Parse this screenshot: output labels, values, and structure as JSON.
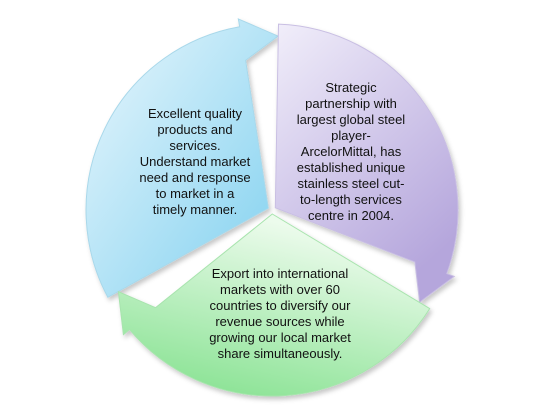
{
  "segments": [
    {
      "id": "blue",
      "text": "Excellent quality\nproducts and\nservices.\nUnderstand market\nneed and response\nto market in a\ntimely manner.",
      "color_light": "#eaf7fd",
      "color_dark": "#7fd0ef",
      "edge": "#a9d8ea"
    },
    {
      "id": "purple",
      "text": "Strategic\npartnership with\nlargest global steel\nplayer-\nArcelorMittal, has\nestablished unique\nstainless steel cut-\nto-length services\ncentre in 2004.",
      "color_light": "#f1eefa",
      "color_dark": "#b5a6dc",
      "edge": "#c9bfe3"
    },
    {
      "id": "green",
      "text": "Export into international\nmarkets with over 60\ncountries to diversify our\nrevenue sources while\ngrowing our local market\nshare simultaneously.",
      "color_light": "#ecfbec",
      "color_dark": "#7fe08a",
      "edge": "#a8e4ae"
    }
  ]
}
